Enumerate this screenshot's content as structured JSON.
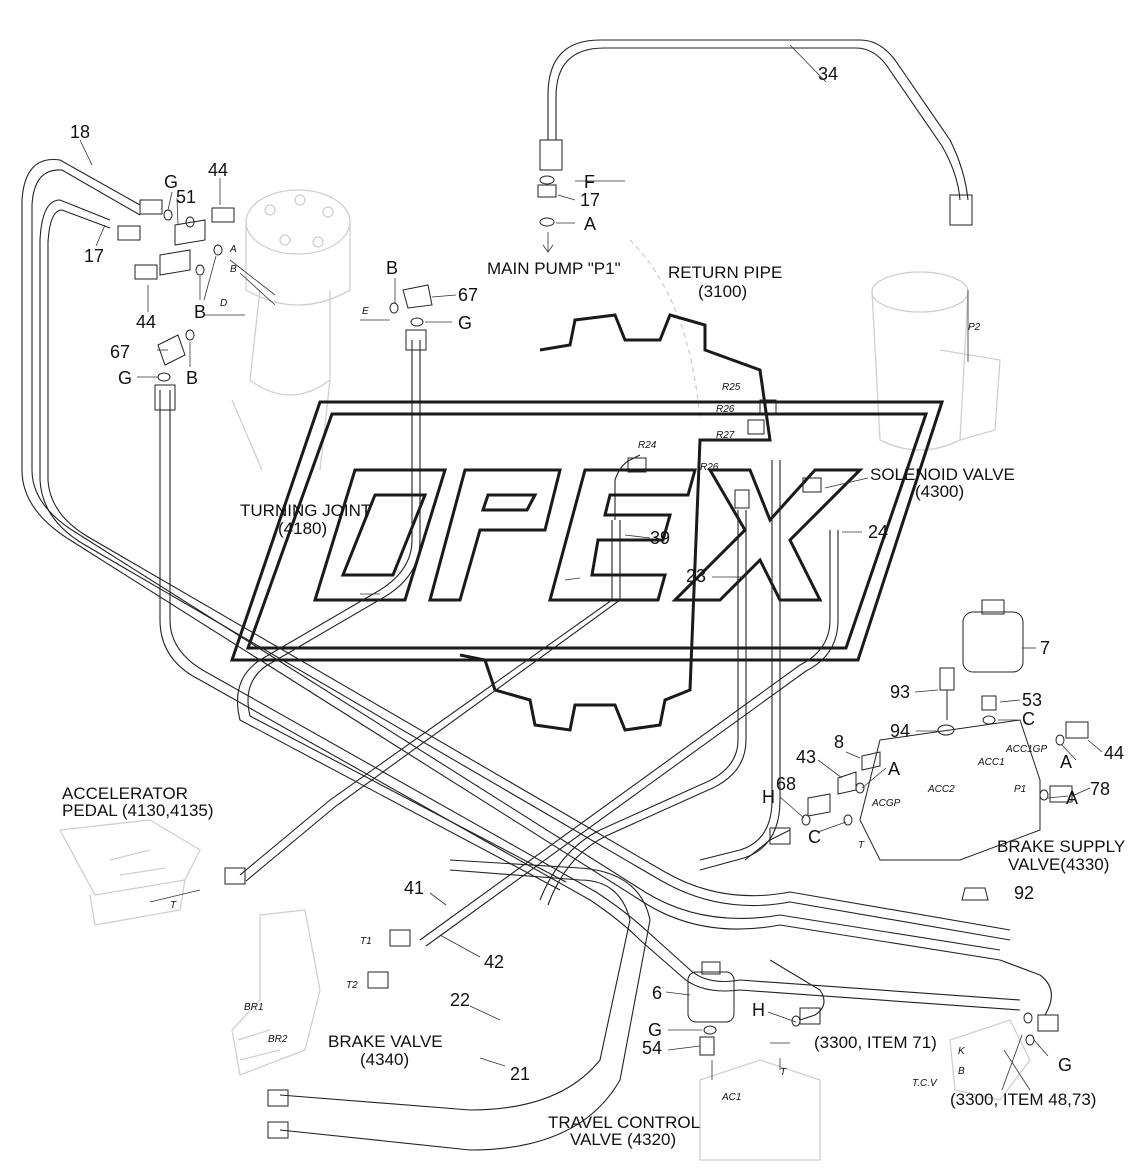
{
  "diagram": {
    "watermark": "OPEX",
    "part_numbers": [
      "34",
      "18",
      "17",
      "44",
      "51",
      "67",
      "39",
      "23",
      "24",
      "7",
      "93",
      "53",
      "94",
      "8",
      "43",
      "68",
      "92",
      "41",
      "42",
      "22",
      "21",
      "6",
      "54",
      "78"
    ],
    "port_letters": [
      "A",
      "B",
      "C",
      "D",
      "E",
      "F",
      "G",
      "H"
    ],
    "small_port_marks": [
      "R25",
      "R26",
      "R27",
      "R24",
      "R26",
      "P2",
      "ACC1",
      "ACC2",
      "ACC1GP",
      "ACGP",
      "P1",
      "T",
      "T1",
      "T2",
      "BR1",
      "BR2",
      "K",
      "B",
      "T.C.V",
      "AC1",
      "T"
    ],
    "components": {
      "main_pump": "MAIN PUMP \"P1\"",
      "return_pipe": "RETURN PIPE",
      "return_pipe_ref": "(3100)",
      "turning_joint": "TURNING JOINT",
      "turning_joint_ref": "(4180)",
      "solenoid_valve": "SOLENOID VALVE",
      "solenoid_valve_ref": "(4300)",
      "accelerator_pedal": "ACCELERATOR",
      "accelerator_pedal_ref": "PEDAL (4130,4135)",
      "brake_supply_valve": "BRAKE SUPPLY",
      "brake_supply_valve_ref": "VALVE(4330)",
      "brake_valve": "BRAKE VALVE",
      "brake_valve_ref": "(4340)",
      "travel_control_valve": "TRAVEL CONTROL",
      "travel_control_valve_ref": "VALVE (4320)",
      "ref_item_71": "(3300, ITEM 71)",
      "ref_item_48_73": "(3300, ITEM 48,73)"
    }
  }
}
